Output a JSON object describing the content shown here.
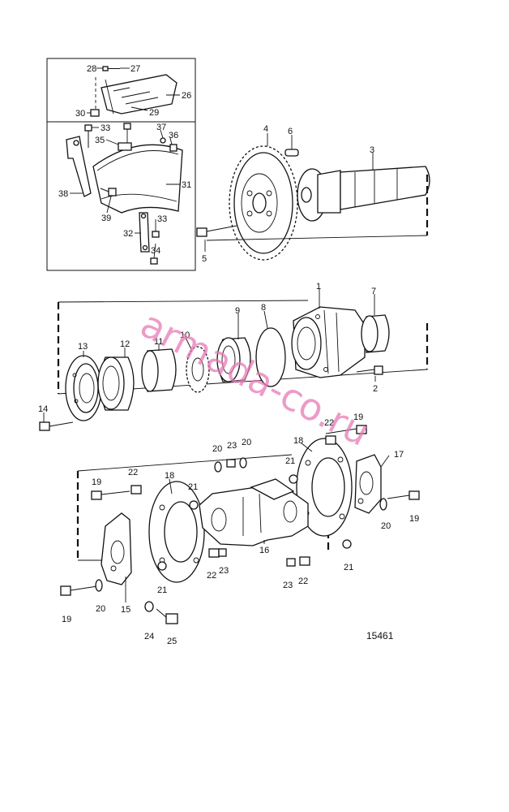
{
  "figure_number": "15461",
  "watermark": "armada-co.ru",
  "callouts": [
    {
      "id": "c1",
      "text": "1"
    },
    {
      "id": "c2",
      "text": "2"
    },
    {
      "id": "c3",
      "text": "3"
    },
    {
      "id": "c4",
      "text": "4"
    },
    {
      "id": "c5",
      "text": "5"
    },
    {
      "id": "c6",
      "text": "6"
    },
    {
      "id": "c7",
      "text": "7"
    },
    {
      "id": "c8",
      "text": "8"
    },
    {
      "id": "c9",
      "text": "9"
    },
    {
      "id": "c10",
      "text": "10"
    },
    {
      "id": "c11",
      "text": "11"
    },
    {
      "id": "c12",
      "text": "12"
    },
    {
      "id": "c13",
      "text": "13"
    },
    {
      "id": "c14",
      "text": "14"
    },
    {
      "id": "c15",
      "text": "15"
    },
    {
      "id": "c16",
      "text": "16"
    },
    {
      "id": "c17",
      "text": "17"
    },
    {
      "id": "c18a",
      "text": "18"
    },
    {
      "id": "c18b",
      "text": "18"
    },
    {
      "id": "c19a",
      "text": "19"
    },
    {
      "id": "c19b",
      "text": "19"
    },
    {
      "id": "c19c",
      "text": "19"
    },
    {
      "id": "c19d",
      "text": "19"
    },
    {
      "id": "c20a",
      "text": "20"
    },
    {
      "id": "c20b",
      "text": "20"
    },
    {
      "id": "c20c",
      "text": "20"
    },
    {
      "id": "c20d",
      "text": "20"
    },
    {
      "id": "c21a",
      "text": "21"
    },
    {
      "id": "c21b",
      "text": "21"
    },
    {
      "id": "c21c",
      "text": "21"
    },
    {
      "id": "c21d",
      "text": "21"
    },
    {
      "id": "c22a",
      "text": "22"
    },
    {
      "id": "c22b",
      "text": "22"
    },
    {
      "id": "c22c",
      "text": "22"
    },
    {
      "id": "c22d",
      "text": "22"
    },
    {
      "id": "c23a",
      "text": "23"
    },
    {
      "id": "c23b",
      "text": "23"
    },
    {
      "id": "c23c",
      "text": "23"
    },
    {
      "id": "c24",
      "text": "24"
    },
    {
      "id": "c25",
      "text": "25"
    },
    {
      "id": "c26",
      "text": "26"
    },
    {
      "id": "c27",
      "text": "27"
    },
    {
      "id": "c28",
      "text": "28"
    },
    {
      "id": "c29",
      "text": "29"
    },
    {
      "id": "c30",
      "text": "30"
    },
    {
      "id": "c31",
      "text": "31"
    },
    {
      "id": "c32",
      "text": "32"
    },
    {
      "id": "c33a",
      "text": "33"
    },
    {
      "id": "c33b",
      "text": "33"
    },
    {
      "id": "c34",
      "text": "34"
    },
    {
      "id": "c35",
      "text": "35"
    },
    {
      "id": "c36",
      "text": "36"
    },
    {
      "id": "c37",
      "text": "37"
    },
    {
      "id": "c38",
      "text": "38"
    },
    {
      "id": "c39",
      "text": "39"
    }
  ]
}
